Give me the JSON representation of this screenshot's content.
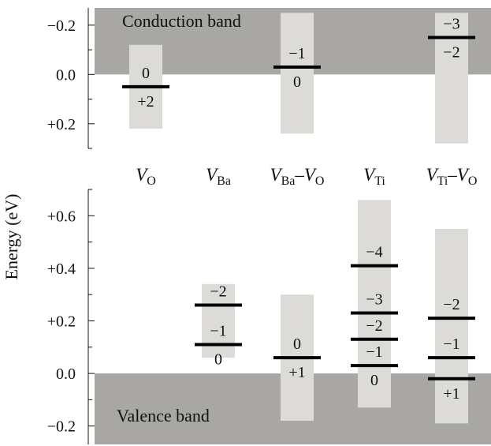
{
  "y_axis_label": "Energy (eV)",
  "colors": {
    "band": "#a8a7a4",
    "range": "#dcdbd8",
    "level": "#000000",
    "axis": "#111111"
  },
  "top_panel": {
    "band_label": "Conduction band",
    "band_type": "conduction",
    "ylim": [
      0.3,
      -0.27
    ],
    "ticks": [
      {
        "value": -0.2,
        "label": "−0.2"
      },
      {
        "value": 0.0,
        "label": "0.0"
      },
      {
        "value": 0.2,
        "label": "+0.2"
      }
    ],
    "defects": [
      {
        "base": "V",
        "sub1": "O",
        "sep": "",
        "base2": "",
        "sub2": "",
        "range": [
          -0.12,
          0.22
        ],
        "levels": [
          {
            "value": 0.05,
            "above": "0",
            "below": "+2"
          }
        ]
      },
      {
        "base": "V",
        "sub1": "Ba",
        "sep": "",
        "base2": "",
        "sub2": "",
        "range": null,
        "levels": []
      },
      {
        "base": "V",
        "sub1": "Ba",
        "sep": "–",
        "base2": "V",
        "sub2": "O",
        "range": [
          -0.25,
          0.24
        ],
        "levels": [
          {
            "value": -0.03,
            "above": "−1",
            "below": "0"
          }
        ]
      },
      {
        "base": "V",
        "sub1": "Ti",
        "sep": "",
        "base2": "",
        "sub2": "",
        "range": null,
        "levels": []
      },
      {
        "base": "V",
        "sub1": "Ti",
        "sep": "–",
        "base2": "V",
        "sub2": "O",
        "range": [
          -0.25,
          0.28
        ],
        "levels": [
          {
            "value": -0.15,
            "above": "−3",
            "below": "−2"
          }
        ]
      }
    ]
  },
  "bottom_panel": {
    "band_label": "Valence band",
    "band_type": "valence",
    "ylim": [
      -0.27,
      0.7
    ],
    "ticks": [
      {
        "value": 0.6,
        "label": "+0.6"
      },
      {
        "value": 0.4,
        "label": "+0.4"
      },
      {
        "value": 0.2,
        "label": "+0.2"
      },
      {
        "value": 0.0,
        "label": "0.0"
      },
      {
        "value": -0.2,
        "label": "−0.2"
      }
    ],
    "defects": [
      {
        "range": null,
        "levels": []
      },
      {
        "range": [
          0.06,
          0.34
        ],
        "levels": [
          {
            "value": 0.26,
            "above": "−2",
            "below": ""
          },
          {
            "value": 0.11,
            "above": "−1",
            "below": "0"
          }
        ]
      },
      {
        "range": [
          -0.18,
          0.3
        ],
        "levels": [
          {
            "value": 0.06,
            "above": "0",
            "below": "+1"
          }
        ]
      },
      {
        "range": [
          -0.13,
          0.66
        ],
        "levels": [
          {
            "value": 0.41,
            "above": "−4",
            "below": ""
          },
          {
            "value": 0.23,
            "above": "−3",
            "below": ""
          },
          {
            "value": 0.13,
            "above": "−2",
            "below": ""
          },
          {
            "value": 0.03,
            "above": "−1",
            "below": "0"
          }
        ]
      },
      {
        "range": [
          -0.19,
          0.55
        ],
        "levels": [
          {
            "value": 0.21,
            "above": "−2",
            "below": ""
          },
          {
            "value": 0.06,
            "above": "−1",
            "below": ""
          },
          {
            "value": -0.02,
            "above": "",
            "below": "+1"
          }
        ]
      }
    ]
  }
}
